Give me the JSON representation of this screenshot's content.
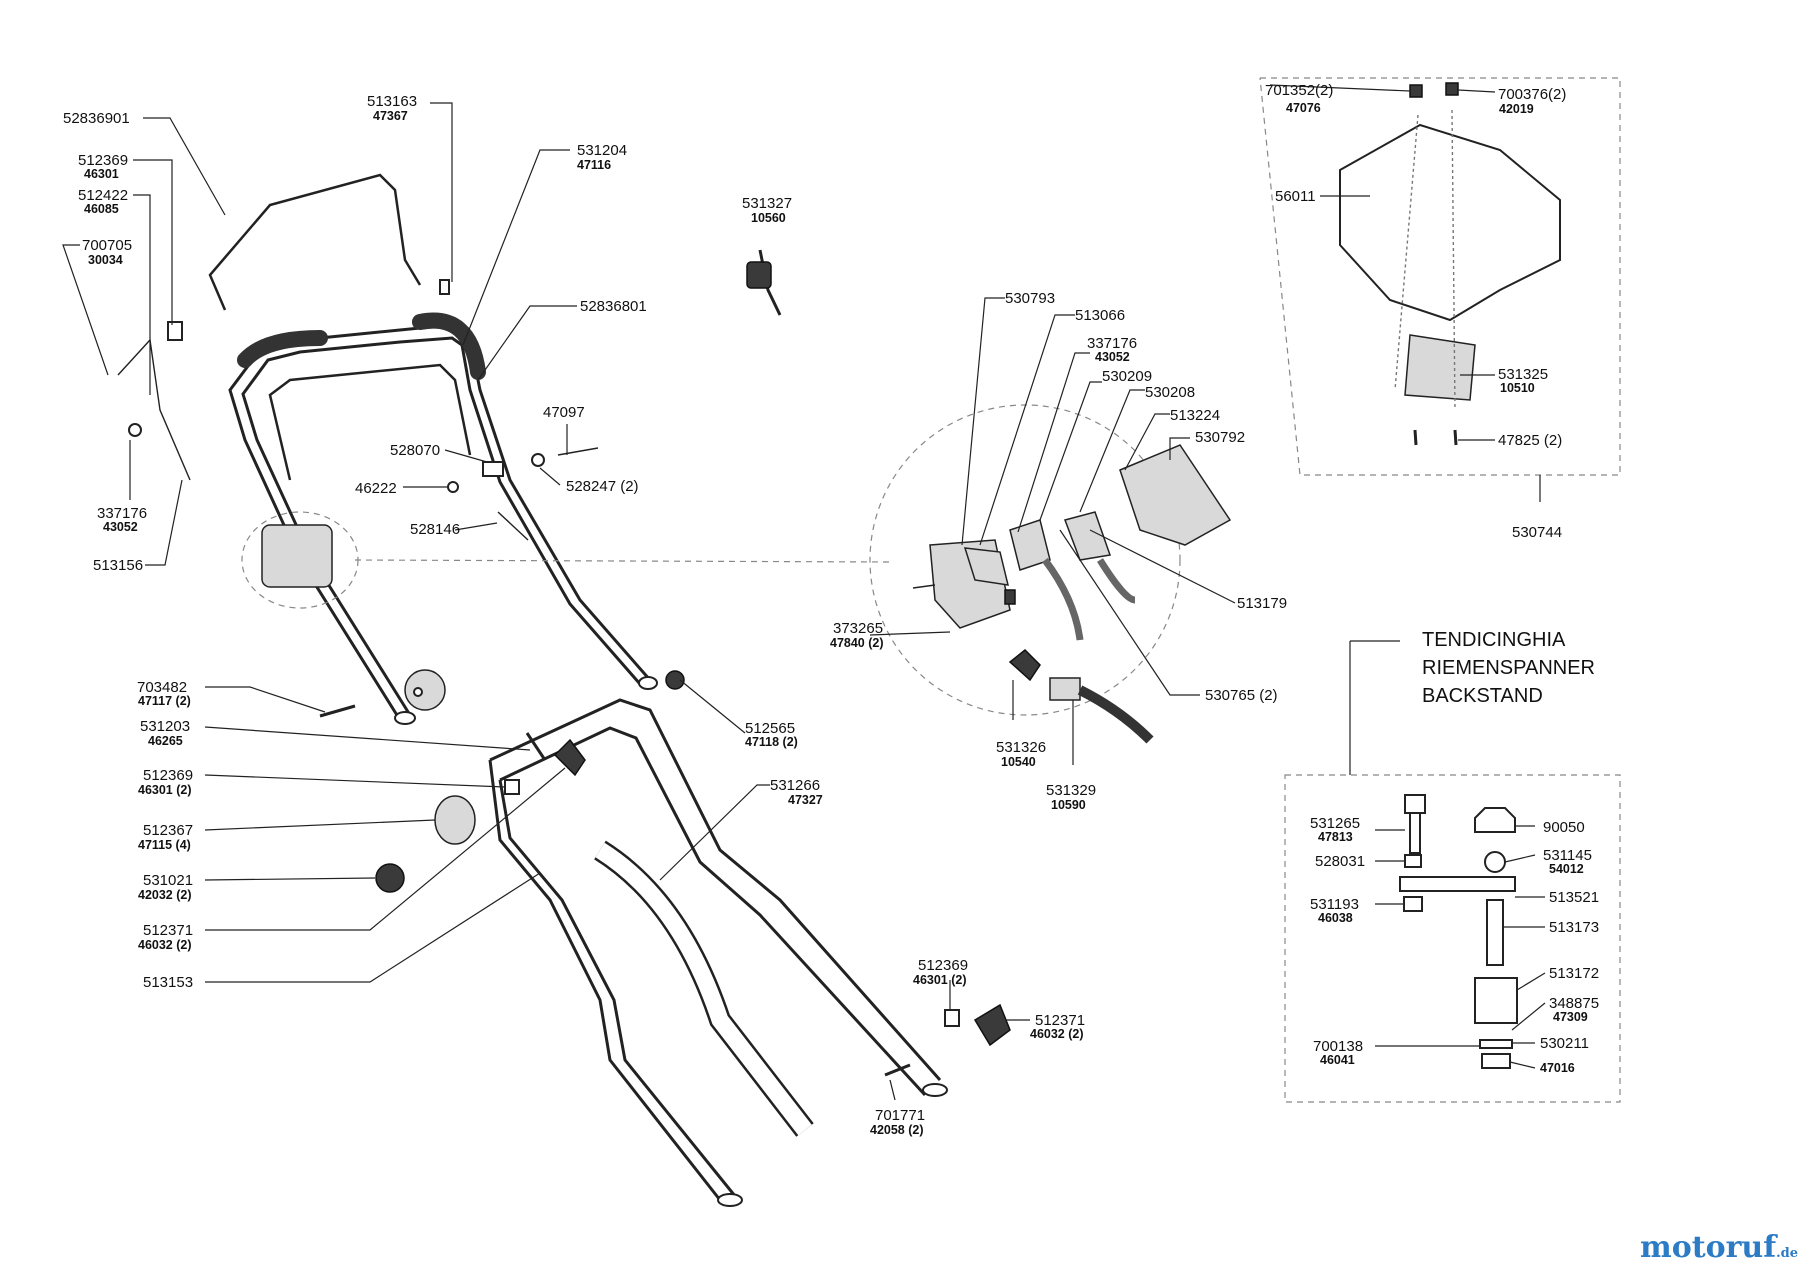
{
  "labels": {
    "p52836901": "52836901",
    "p513163": "513163",
    "p513163s": "47367",
    "p512369a": "512369",
    "p512369as": "46301",
    "p512422": "512422",
    "p512422s": "46085",
    "p700705": "700705",
    "p700705s": "30034",
    "p531204": "531204",
    "p531204s": "47116",
    "p531327": "531327",
    "p531327s": "10560",
    "p52836801": "52836801",
    "p47097": "47097",
    "p528070": "528070",
    "p528247": "528247 (2)",
    "p46222": "46222",
    "p528146": "528146",
    "p337176a": "337176",
    "p337176as": "43052",
    "p513156": "513156",
    "p703482": "703482",
    "p703482s": "47117 (2)",
    "p531203": "531203",
    "p531203s": "46265",
    "p512369b": "512369",
    "p512369bs": "46301 (2)",
    "p512367": "512367",
    "p512367s": "47115 (4)",
    "p531021": "531021",
    "p531021s": "42032 (2)",
    "p512371a": "512371",
    "p512371as": "46032 (2)",
    "p513153": "513153",
    "p512565": "512565",
    "p512565s": "47118 (2)",
    "p531266": "531266",
    "p531266s": "47327",
    "p512369c": "512369",
    "p512369cs": "46301 (2)",
    "p512371b": "512371",
    "p512371bs": "46032 (2)",
    "p701771": "701771",
    "p701771s": "42058 (2)",
    "p530793": "530793",
    "p513066": "513066",
    "p337176b": "337176",
    "p337176bs": "43052",
    "p530209": "530209",
    "p530208": "530208",
    "p513224": "513224",
    "p530792": "530792",
    "p513179": "513179",
    "p373265": "373265",
    "p373265s": "47840 (2)",
    "p530765": "530765 (2)",
    "p531326": "531326",
    "p531326s": "10540",
    "p531329": "531329",
    "p531329s": "10590",
    "p701352": "701352(2)",
    "p701352s": "47076",
    "p700376": "700376(2)",
    "p700376s": "42019",
    "p56011": "56011",
    "p531325": "531325",
    "p531325s": "10510",
    "p47825": "47825 (2)",
    "p530744": "530744",
    "p531265": "531265",
    "p531265s": "47813",
    "p90050": "90050",
    "p528031": "528031",
    "p531145": "531145",
    "p531145s": "54012",
    "p513521": "513521",
    "p531193": "531193",
    "p531193s": "46038",
    "p513173": "513173",
    "p513172": "513172",
    "p348875": "348875",
    "p348875s": "47309",
    "p700138": "700138",
    "p700138s": "46041",
    "p530211": "530211",
    "p47016": "47016"
  },
  "tensioner_title": [
    "TENDICINGHIA",
    "RIEMENSPANNER",
    "BACKSTAND"
  ],
  "watermark": "motoruf",
  "watermark_suffix": ".de"
}
